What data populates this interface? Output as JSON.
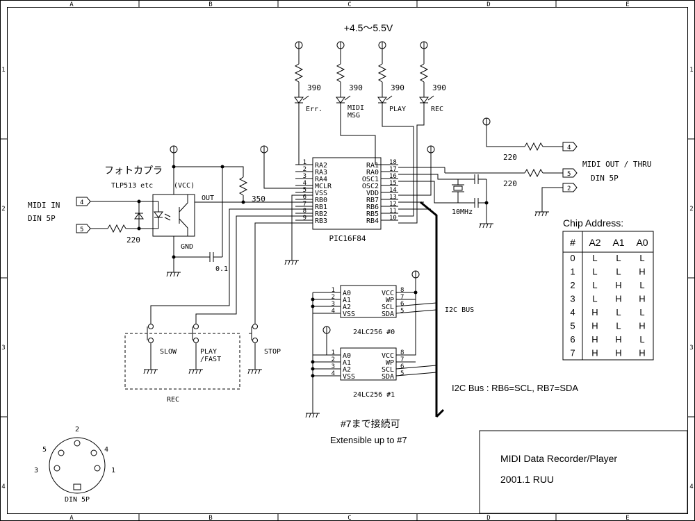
{
  "frame": {
    "col_labels": [
      "A",
      "B",
      "C",
      "D",
      "E"
    ],
    "row_labels": [
      "1",
      "2",
      "3",
      "4"
    ]
  },
  "supply": {
    "label": "+4.5～5.5V"
  },
  "leds": [
    {
      "resistor": "390",
      "label": "Err."
    },
    {
      "resistor": "390",
      "label": "MIDI",
      "label2": "MSG"
    },
    {
      "resistor": "390",
      "label": "PLAY"
    },
    {
      "resistor": "390",
      "label": "REC"
    }
  ],
  "mcu": {
    "name": "PIC16F84",
    "left_pins": [
      {
        "num": "1",
        "name": "RA2"
      },
      {
        "num": "2",
        "name": "RA3"
      },
      {
        "num": "3",
        "name": "RA4"
      },
      {
        "num": "4",
        "name": "MCLR"
      },
      {
        "num": "5",
        "name": "VSS"
      },
      {
        "num": "6",
        "name": "RB0"
      },
      {
        "num": "7",
        "name": "RB1"
      },
      {
        "num": "8",
        "name": "RB2"
      },
      {
        "num": "9",
        "name": "RB3"
      }
    ],
    "right_pins": [
      {
        "num": "18",
        "name": "RA1"
      },
      {
        "num": "17",
        "name": "RA0"
      },
      {
        "num": "16",
        "name": "OSC1"
      },
      {
        "num": "15",
        "name": "OSC2"
      },
      {
        "num": "14",
        "name": "VDD"
      },
      {
        "num": "13",
        "name": "RB7"
      },
      {
        "num": "12",
        "name": "RB6"
      },
      {
        "num": "11",
        "name": "RB5"
      },
      {
        "num": "10",
        "name": "RB4"
      }
    ]
  },
  "opto": {
    "title_jp": "フォトカプラ",
    "part": "TLP513 etc",
    "vcc": "(VCC)",
    "out": "OUT",
    "gnd": "GND",
    "pullup": "350",
    "cap": "0.1"
  },
  "midi_in": {
    "label": "MIDI IN",
    "din": "DIN 5P",
    "pin4": "4",
    "pin5": "5",
    "resistor": "220"
  },
  "midi_out": {
    "label": "MIDI OUT / THRU",
    "din": "DIN 5P",
    "pin4": "4",
    "pin5": "5",
    "pin2": "2",
    "r1": "220",
    "r2": "220"
  },
  "crystal": {
    "label": "10MHz"
  },
  "eeproms": [
    {
      "name": "24LC256 #0"
    },
    {
      "name": "24LC256 #1"
    }
  ],
  "eeprom_pins_left": [
    {
      "num": "1",
      "name": "A0"
    },
    {
      "num": "2",
      "name": "A1"
    },
    {
      "num": "3",
      "name": "A2"
    },
    {
      "num": "4",
      "name": "VSS"
    }
  ],
  "eeprom_pins_right": [
    {
      "num": "8",
      "name": "VCC"
    },
    {
      "num": "7",
      "name": "WP"
    },
    {
      "num": "6",
      "name": "SCL"
    },
    {
      "num": "5",
      "name": "SDA"
    }
  ],
  "i2c_bus": {
    "label": "I2C BUS",
    "note": "I2C Bus : RB6=SCL, RB7=SDA",
    "ext_jp": "#7まで接続可",
    "ext_en": "Extensible up to #7"
  },
  "switches": [
    {
      "label": "SLOW"
    },
    {
      "label": "PLAY",
      "label2": "/FAST"
    },
    {
      "label": "STOP"
    }
  ],
  "rec_label": "REC",
  "chip_address": {
    "title": "Chip Address:",
    "header": [
      "#",
      "A2",
      "A1",
      "A0"
    ],
    "rows": [
      [
        "0",
        "L",
        "L",
        "L"
      ],
      [
        "1",
        "L",
        "L",
        "H"
      ],
      [
        "2",
        "L",
        "H",
        "L"
      ],
      [
        "3",
        "L",
        "H",
        "H"
      ],
      [
        "4",
        "H",
        "L",
        "L"
      ],
      [
        "5",
        "H",
        "L",
        "H"
      ],
      [
        "6",
        "H",
        "H",
        "L"
      ],
      [
        "7",
        "H",
        "H",
        "H"
      ]
    ]
  },
  "din_connector": {
    "pins": [
      "2",
      "5",
      "4",
      "3",
      "1"
    ],
    "label": "DIN 5P"
  },
  "title_block": {
    "title": "MIDI Data Recorder/Player",
    "date": "2001.1  RUU"
  }
}
